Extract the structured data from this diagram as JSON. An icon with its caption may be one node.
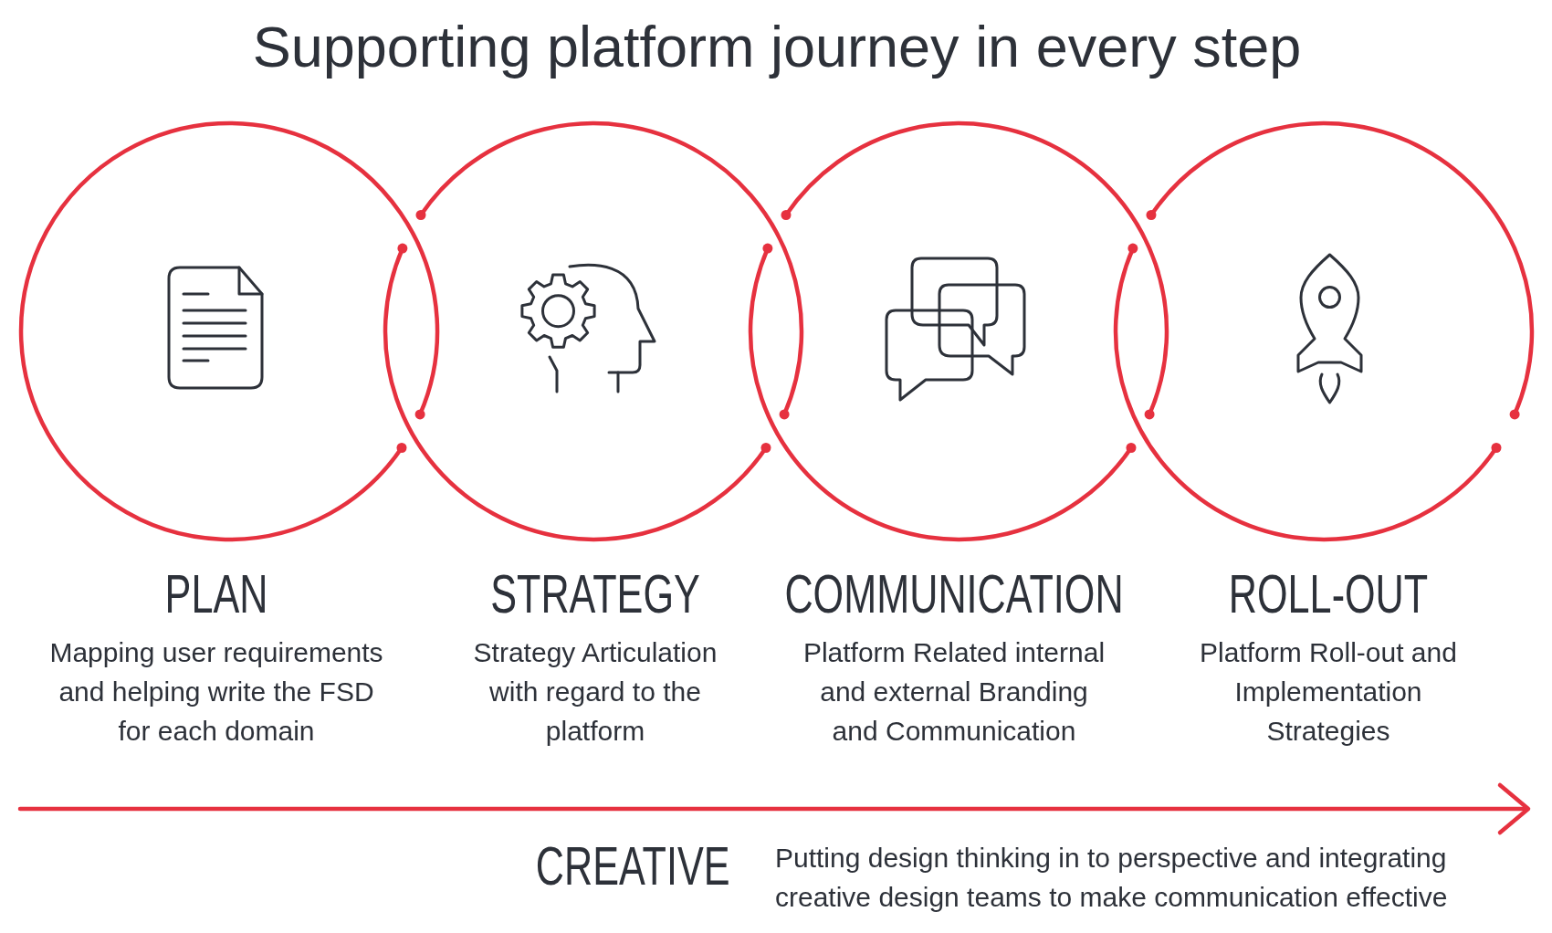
{
  "diagram": {
    "title": "Supporting platform journey in every step",
    "nodes": [
      {
        "text": [
          "PLAN",
          "Mapping user requirements and helping write the FSD for each domain"
        ]
      },
      {
        "text": [
          "STRATEGY",
          "Strategy Articulation with regard to the platform"
        ]
      },
      {
        "text": [
          "COMMUNICATION",
          "Platform Related internal and external Branding and Communication"
        ]
      },
      {
        "text": [
          "ROLL-OUT",
          "Platform Roll-out and Implementation Strategies"
        ]
      }
    ],
    "labels": [
      "CREATIVE",
      "Putting design thinking in to perspective and integrating creative design teams to make communication effective"
    ]
  }
}
